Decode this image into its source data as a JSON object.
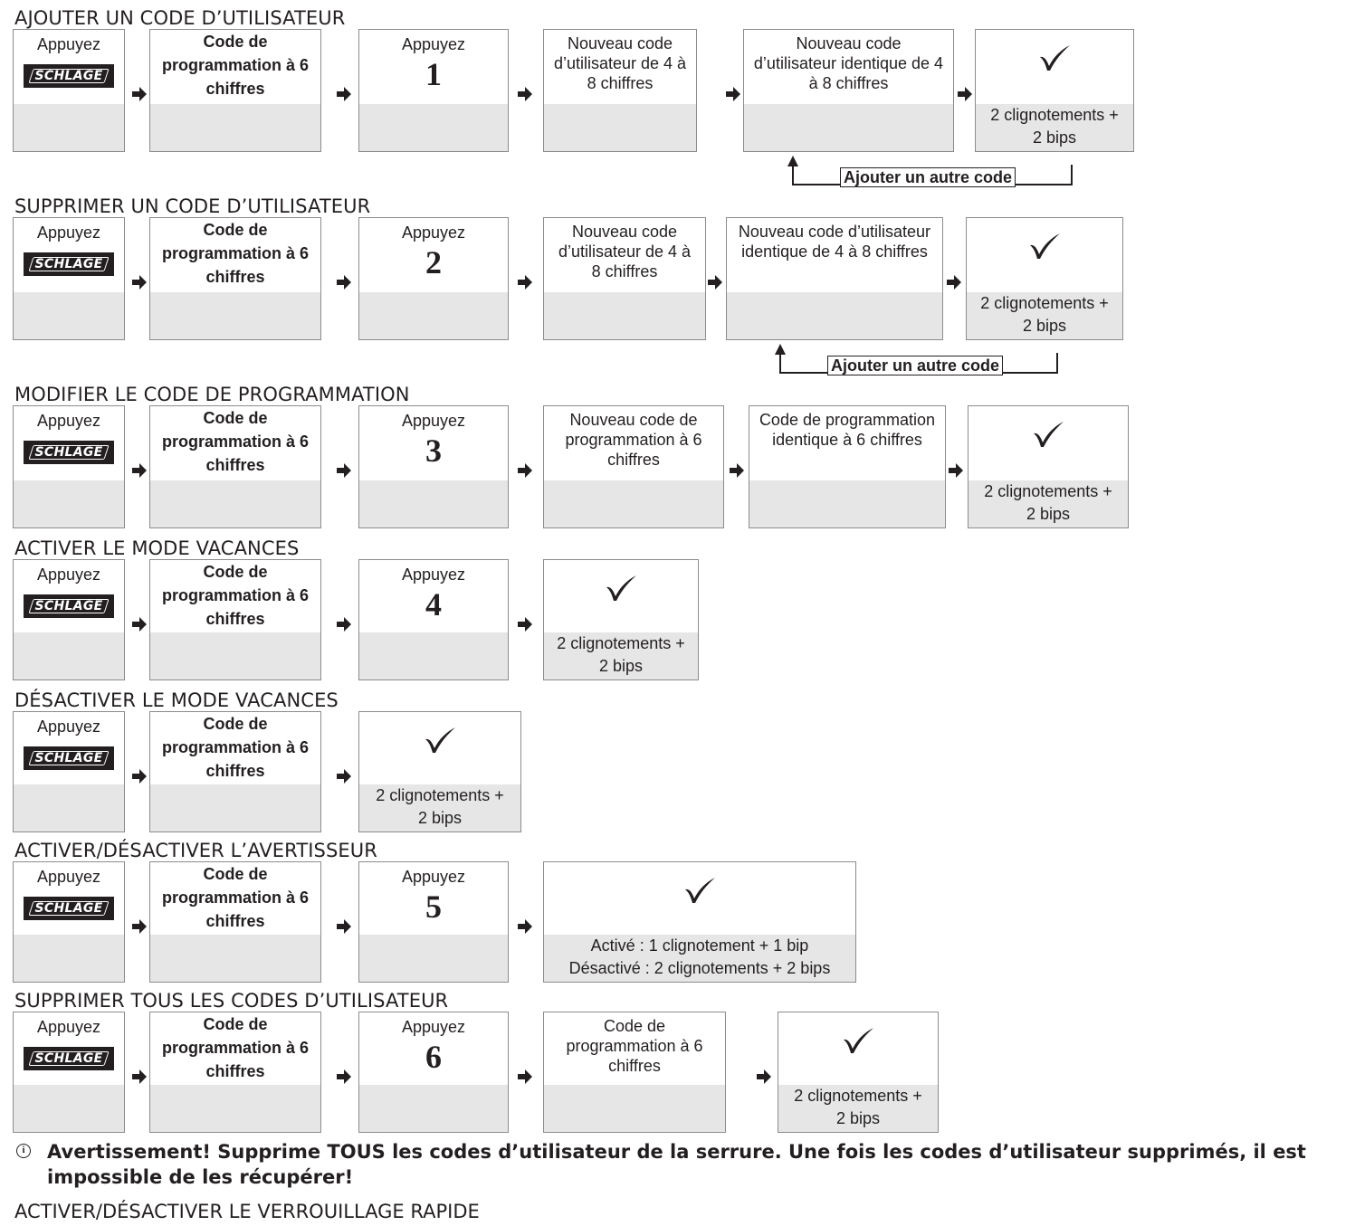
{
  "common": {
    "press_label": "Appuyez",
    "logo_text": "SCHLAGE",
    "prog_code_label": "Code de programmation à 6 chiffres",
    "result_label": "2 clignotements + 2 bips",
    "add_another_label": "Ajouter un autre code"
  },
  "sections": [
    {
      "title": "AJOUTER UN CODE D’UTILISATEUR",
      "digit": "1",
      "step4": "Nouveau code d’utilisateur de 4 à 8 chiffres",
      "step5": "Nouveau code d’utilisateur identique de 4 à 8 chiffres"
    },
    {
      "title": "SUPPRIMER UN CODE D’UTILISATEUR",
      "digit": "2",
      "step4": "Nouveau code d’utilisateur de 4 à 8 chiffres",
      "step5": "Nouveau code d’utilisateur identique de 4 à 8 chiffres"
    },
    {
      "title": "MODIFIER LE CODE DE PROGRAMMATION",
      "digit": "3",
      "step4": "Nouveau code de programmation à 6 chiffres",
      "step5": "Code de programmation identique à 6 chiffres"
    },
    {
      "title": "ACTIVER LE MODE VACANCES",
      "digit": "4"
    },
    {
      "title": "DÉSACTIVER LE MODE VACANCES"
    },
    {
      "title": "ACTIVER/DÉSACTIVER L’AVERTISSEUR",
      "digit": "5",
      "result_on": "Activé : 1 clignotement + 1 bip",
      "result_off": "Désactivé : 2 clignotements + 2 bips"
    },
    {
      "title": "SUPPRIMER TOUS LES CODES D’UTILISATEUR",
      "digit": "6",
      "step4": "Code de programmation à 6 chiffres"
    }
  ],
  "warning": {
    "icon": "info-circle-icon",
    "text": "Avertissement! Supprime TOUS les codes d’utilisateur de la serrure. Une fois les codes d’utilisateur supprimés, il est impossible de les récupérer!"
  },
  "footer": {
    "title": "ACTIVER/DÉSACTIVER LE VERROUILLAGE RAPIDE"
  }
}
